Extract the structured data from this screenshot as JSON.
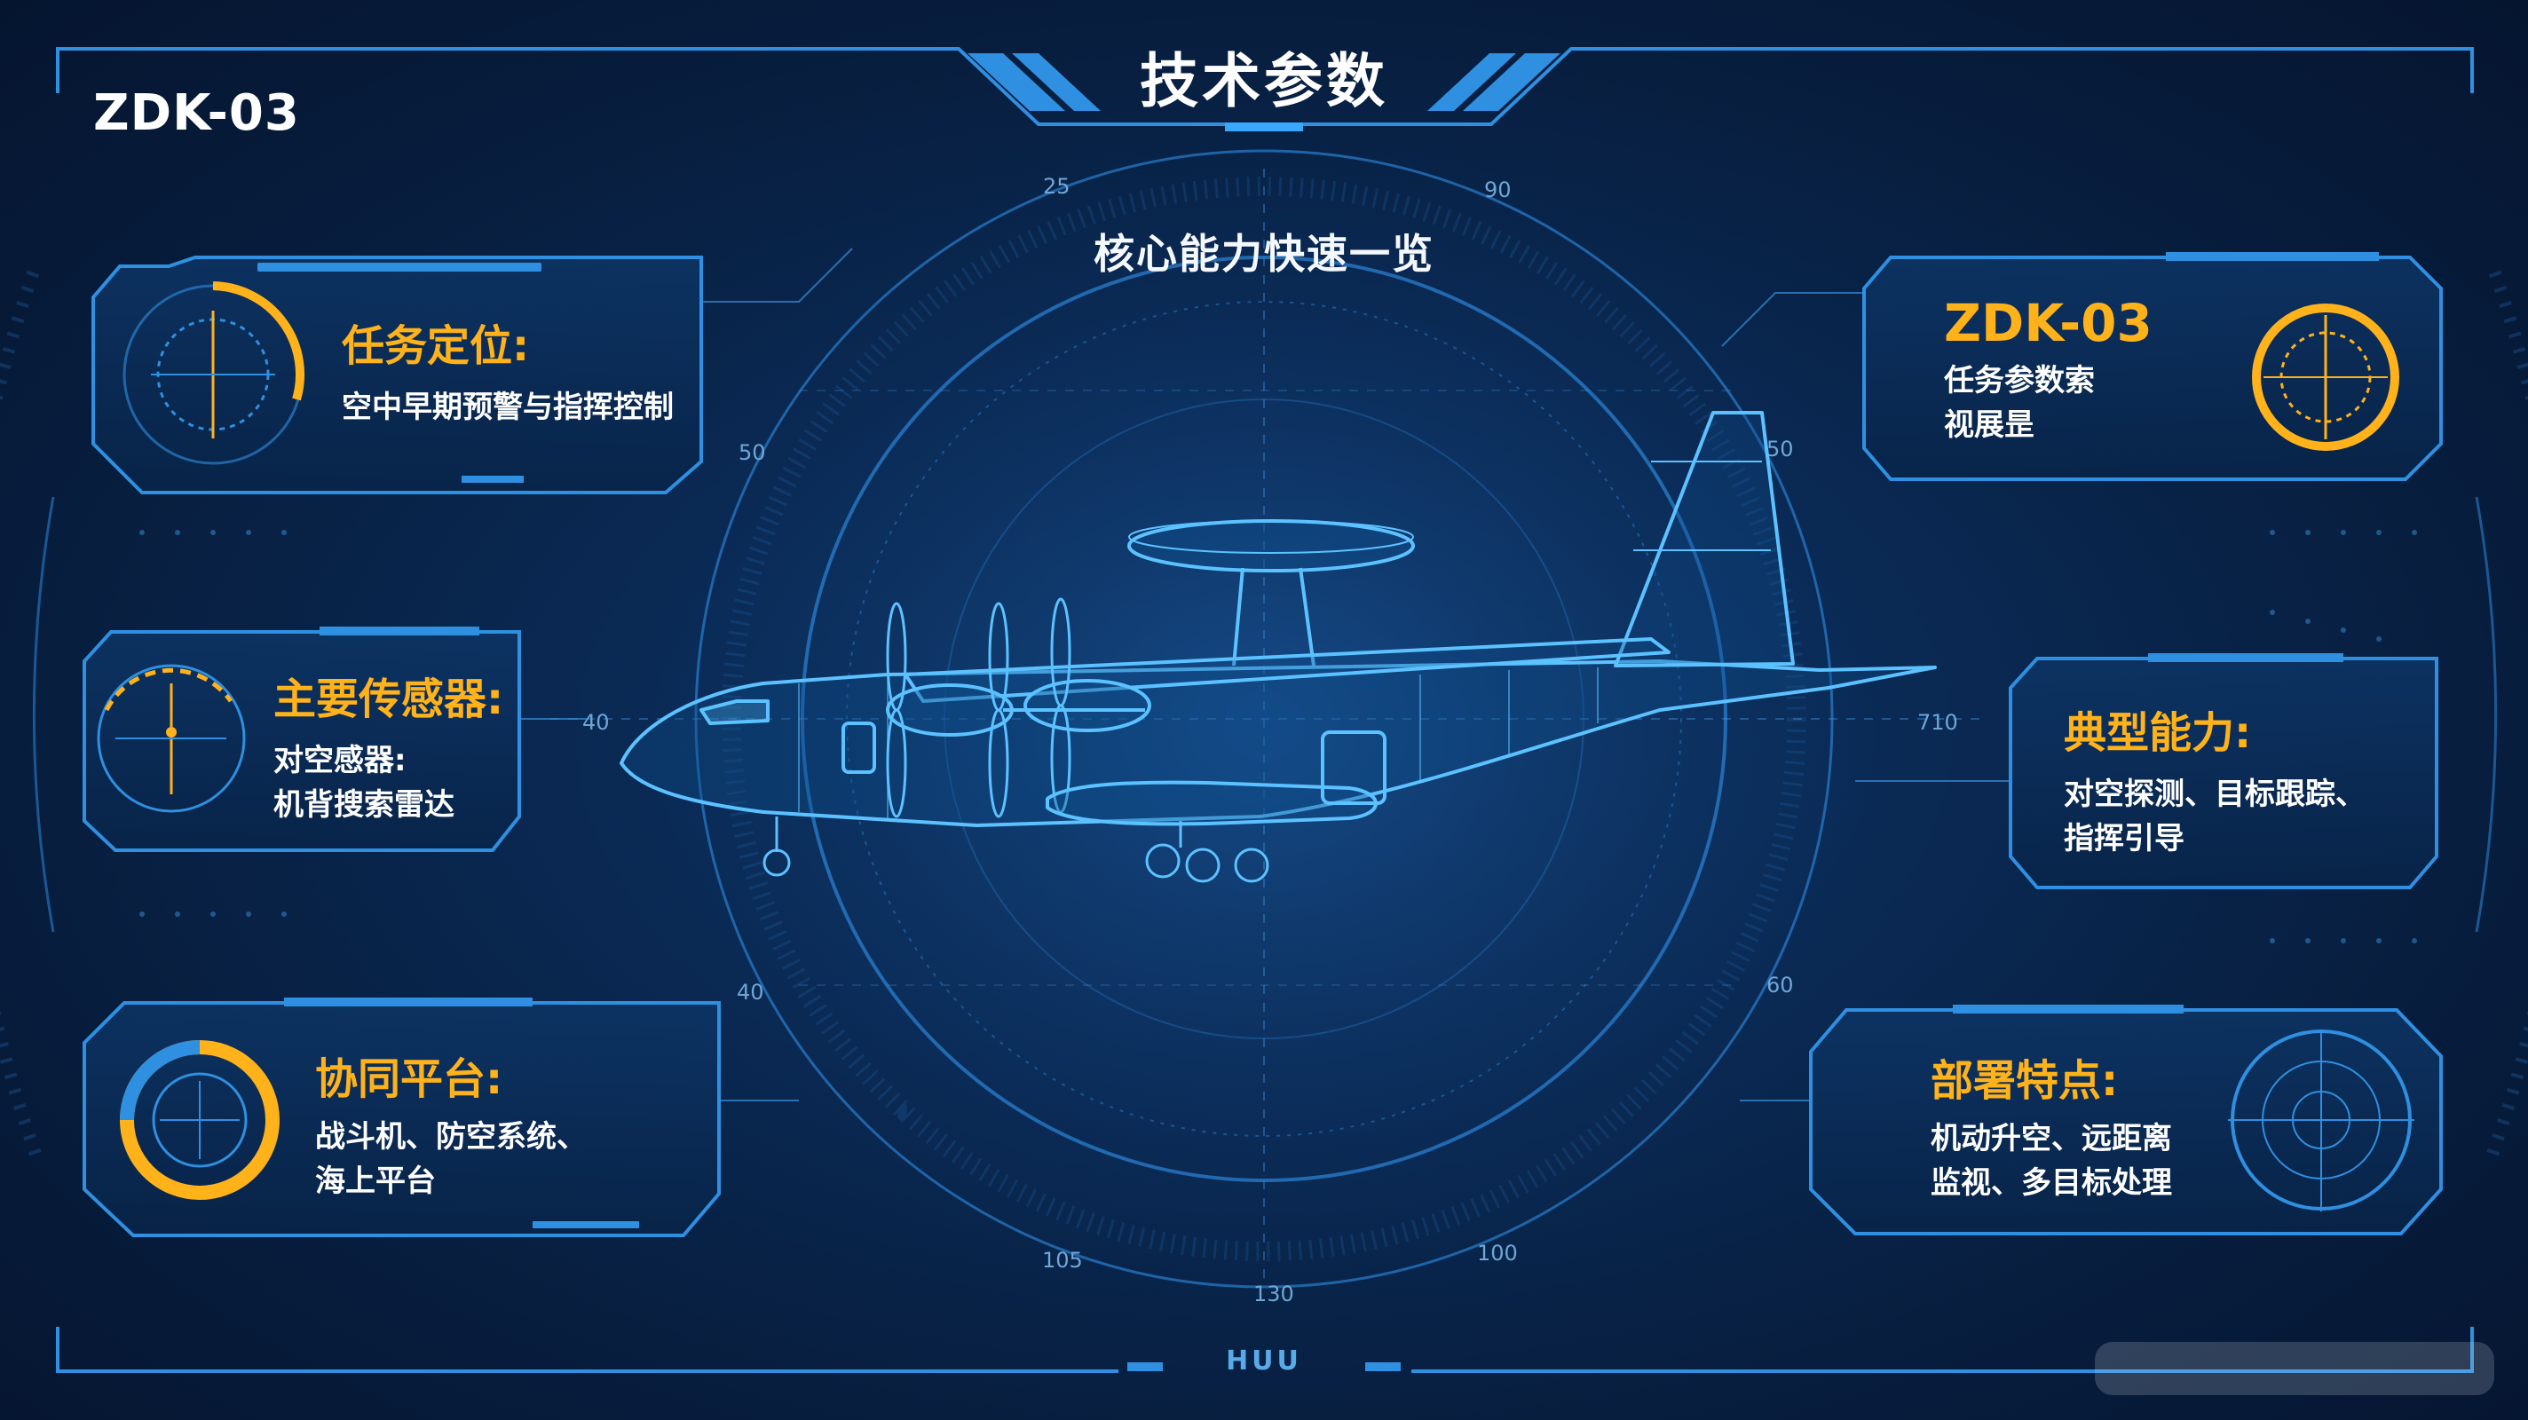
{
  "header": {
    "brand": "ZDK-03",
    "title": "技术参数",
    "subtitle": "核心能力快速一览"
  },
  "panels": {
    "mission": {
      "heading": "任务定位:",
      "lines": [
        "空中早期预警与指挥控制"
      ]
    },
    "sensors": {
      "heading": "主要传感器:",
      "lines": [
        "对空感器:",
        "机背搜索雷达"
      ]
    },
    "platforms": {
      "heading": "协同平台:",
      "lines": [
        "战斗机、防空系统、",
        "海上平台"
      ]
    },
    "model": {
      "heading": "ZDK-03",
      "lines": [
        "任务参数索",
        "视展昰"
      ]
    },
    "capability": {
      "heading": "典型能力:",
      "lines": [
        "对空探测、目标跟踪、",
        "指挥引导"
      ]
    },
    "deployment": {
      "heading": "部署特点:",
      "lines": [
        "机动升空、远距离",
        "监视、多目标处理"
      ]
    }
  },
  "dial_ticks": {
    "top_left": "25",
    "top_right": "90",
    "upper_left": "50",
    "upper_right": "50",
    "mid_left": "40",
    "mid_right": "710",
    "lower_left": "40",
    "lower_right": "60",
    "bottom_left": "105",
    "bottom_center": "130",
    "bottom_right": "100"
  },
  "footer": {
    "label": "HUU"
  },
  "colors": {
    "accent": "#ffb21a",
    "hud_line": "#2f8fe0",
    "background": "#0a2a55"
  },
  "icons": {
    "gauge": "radar-gauge-icon",
    "aircraft": "awacs-aircraft-illustration"
  }
}
